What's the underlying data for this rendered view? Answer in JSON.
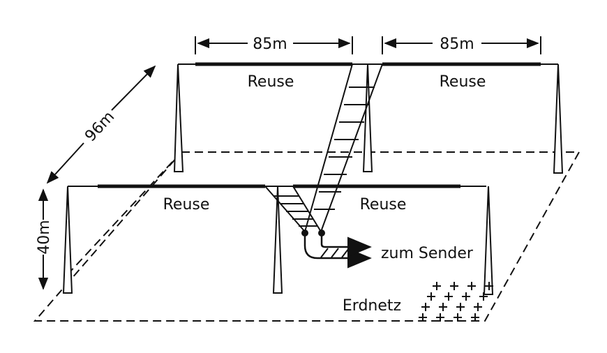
{
  "labels": {
    "reuse_back_left": "Reuse",
    "reuse_back_right": "Reuse",
    "reuse_front_left": "Reuse",
    "reuse_front_right": "Reuse",
    "zum_sender": "zum Sender",
    "erdnetz": "Erdnetz"
  },
  "dimensions": {
    "span_left": "85m",
    "span_right": "85m",
    "depth": "96m",
    "height": "40m"
  }
}
